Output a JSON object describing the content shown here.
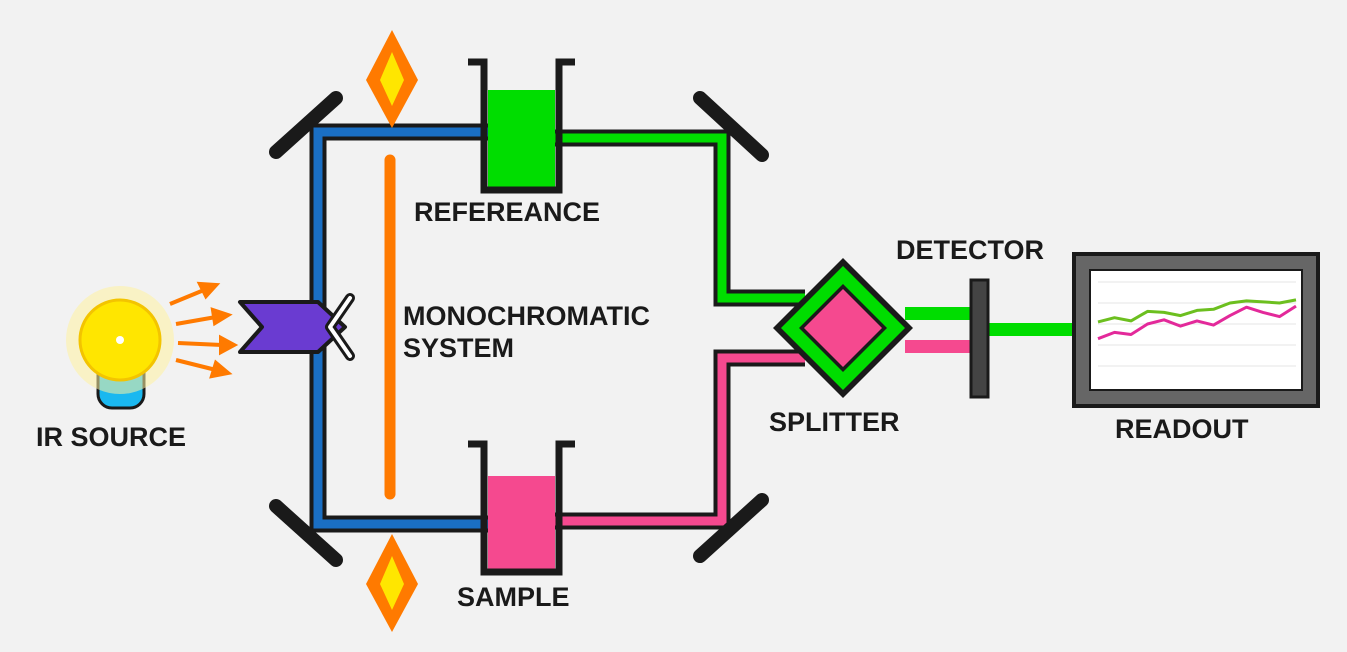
{
  "labels": {
    "ir_source": "IR SOURCE",
    "reference": "REFEREANCE",
    "monochromatic_line1": "MONOCHROMATIC",
    "monochromatic_line2": "SYSTEM",
    "sample": "SAMPLE",
    "splitter": "SPLITTER",
    "detector": "DETECTOR",
    "readout": "READOUT"
  },
  "colors": {
    "background": "#f2f2f2",
    "outline": "#1a1a1a",
    "blue_beam": "#1a6fc4",
    "green_beam": "#00dd00",
    "pink_beam": "#f5498f",
    "orange": "#ff7a00",
    "bulb_yellow": "#ffe600",
    "bulb_base": "#1ab8f0",
    "chopper_purple": "#6a3bd1",
    "monitor_gray": "#666666",
    "detector_gray": "#444444"
  },
  "readout_chart": {
    "type": "line",
    "series": [
      {
        "color": "#6cbf1f",
        "values": [
          4.2,
          4.6,
          4.3,
          5.2,
          5.1,
          4.8,
          5.3,
          5.4,
          6.0,
          6.2,
          6.1,
          6.0,
          6.3
        ]
      },
      {
        "color": "#e3299a",
        "values": [
          2.6,
          3.2,
          3.0,
          4.0,
          4.4,
          3.8,
          4.3,
          3.9,
          4.8,
          5.6,
          5.1,
          4.7,
          5.7
        ]
      }
    ],
    "ylim": [
      0,
      8
    ]
  }
}
